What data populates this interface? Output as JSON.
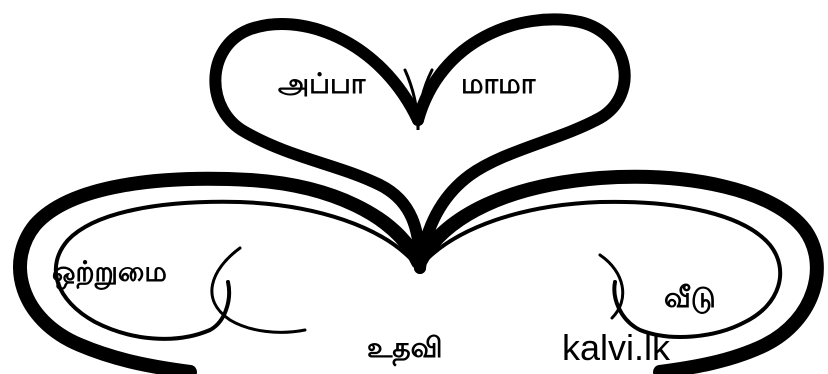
{
  "words": {
    "appa": "அப்பா",
    "mama": "மாமா",
    "otrumai": "ஒற்றுமை",
    "veedu": "வீடு",
    "udhavi": "உதவி"
  },
  "watermark": "kalvi.lk",
  "colors": {
    "ink": "#000000",
    "background": "#ffffff"
  }
}
